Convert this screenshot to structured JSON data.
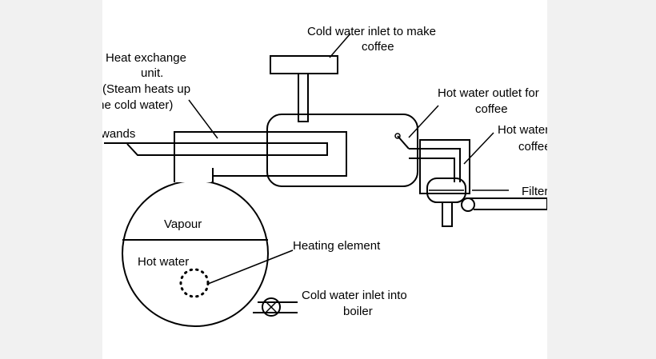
{
  "diagram": {
    "labels": {
      "cold_inlet_coffee_1": "Cold water inlet to make",
      "cold_inlet_coffee_2": "coffee",
      "heat_exchange_1": "Heat exchange",
      "heat_exchange_2": "unit.",
      "heat_exchange_3": "(Steam heats up",
      "heat_exchange_4": "the cold water)",
      "steam_wands": "wands",
      "hot_outlet_1": "Hot water outlet for",
      "hot_outlet_2": "coffee",
      "hot_water_coffee_1": "Hot water",
      "hot_water_coffee_2": "coffee",
      "filter": "Filter",
      "vapour": "Vapour",
      "hot_water": "Hot water",
      "heating_element": "Heating element",
      "cold_inlet_boiler_1": "Cold water inlet into",
      "cold_inlet_boiler_2": "boiler"
    }
  }
}
